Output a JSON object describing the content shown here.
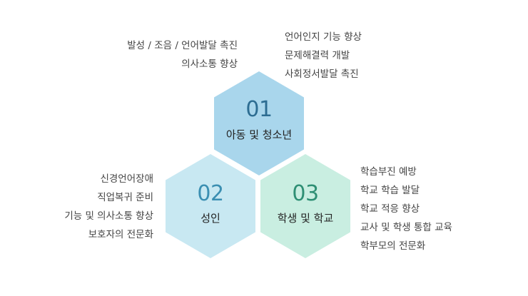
{
  "colors": {
    "hex_child": "#a9d6ec",
    "hex_adult": "#c8e8f2",
    "hex_student": "#c9eee1",
    "num_child": "#2d6d92",
    "num_adult": "#3b8fb2",
    "num_student": "#2e8f74"
  },
  "child": {
    "number": "01",
    "label": "아동 및 청소년",
    "desc_left": [
      "발성 / 조음 / 언어발달 촉진",
      "의사소통 향상"
    ],
    "desc_right": [
      "언어인지 기능 향상",
      "문제해결력 개발",
      "사회정서발달 촉진"
    ]
  },
  "adult": {
    "number": "02",
    "label": "성인",
    "desc": [
      "신경언어장애",
      "직업복귀 준비",
      "기능 및 의사소통 향상",
      "보호자의 전문화"
    ]
  },
  "student": {
    "number": "03",
    "label": "학생 및 학교",
    "desc": [
      "학습부진 예방",
      "학교 학습 발달",
      "학교 적응 향상",
      "교사 및 학생 통합 교육",
      "학부모의 전문화"
    ]
  }
}
